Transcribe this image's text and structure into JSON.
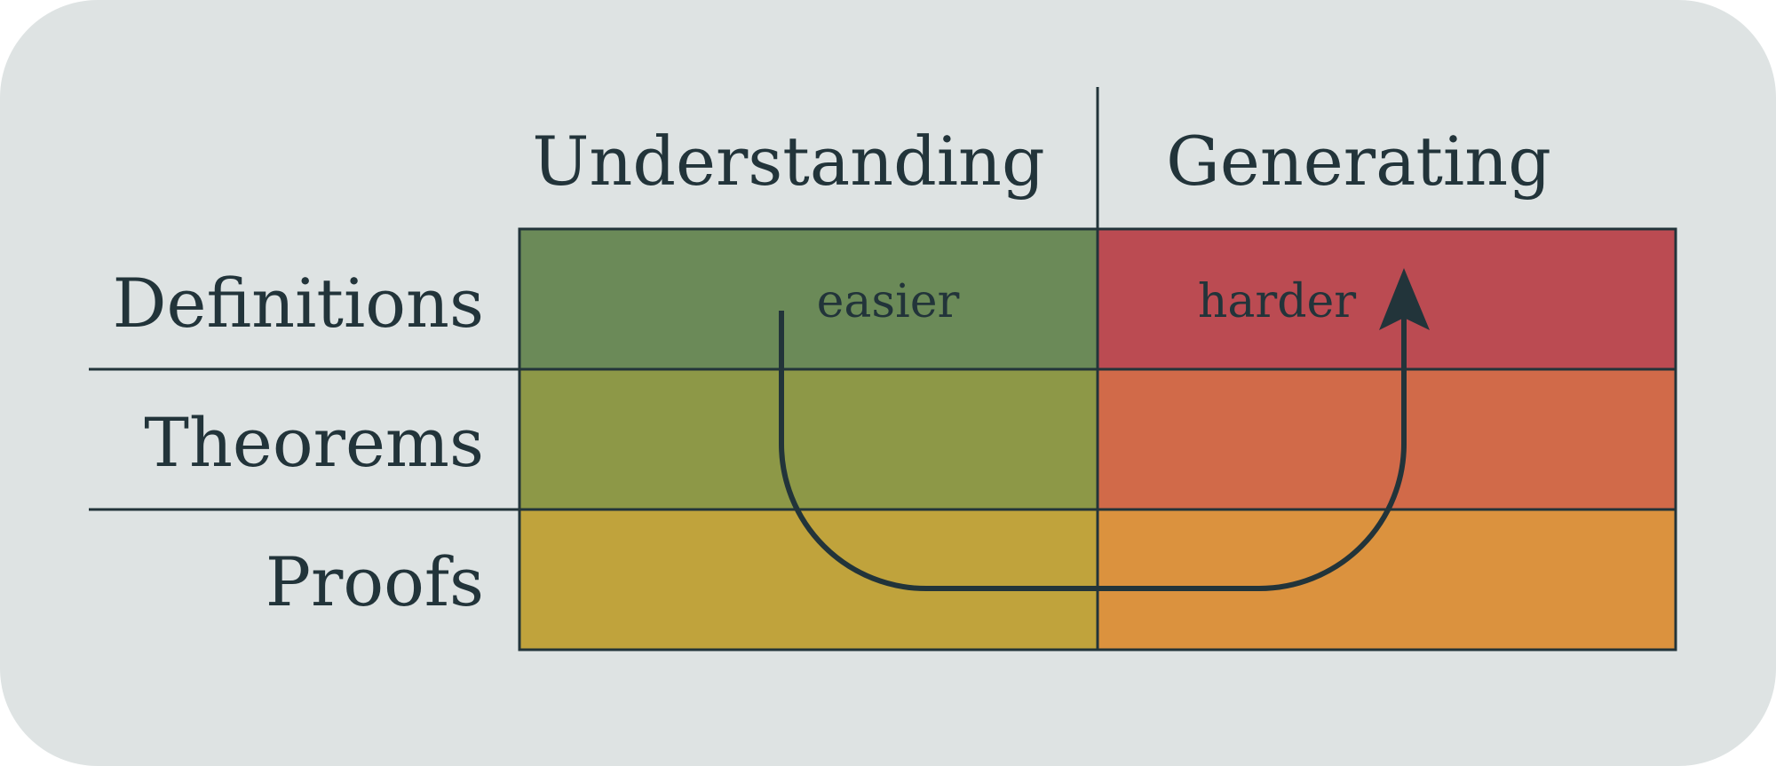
{
  "columns": [
    {
      "label": "Understanding"
    },
    {
      "label": "Generating"
    }
  ],
  "rows": [
    {
      "label": "Definitions"
    },
    {
      "label": "Theorems"
    },
    {
      "label": "Proofs"
    }
  ],
  "cell_colors": [
    [
      "#6b8a58",
      "#bb4b52"
    ],
    [
      "#8d9847",
      "#d16a49"
    ],
    [
      "#c0a33c",
      "#db923e"
    ]
  ],
  "annotations": {
    "start": "easier",
    "end": "harder"
  },
  "colors": {
    "background": "#dee3e3",
    "ink": "#22343a"
  }
}
